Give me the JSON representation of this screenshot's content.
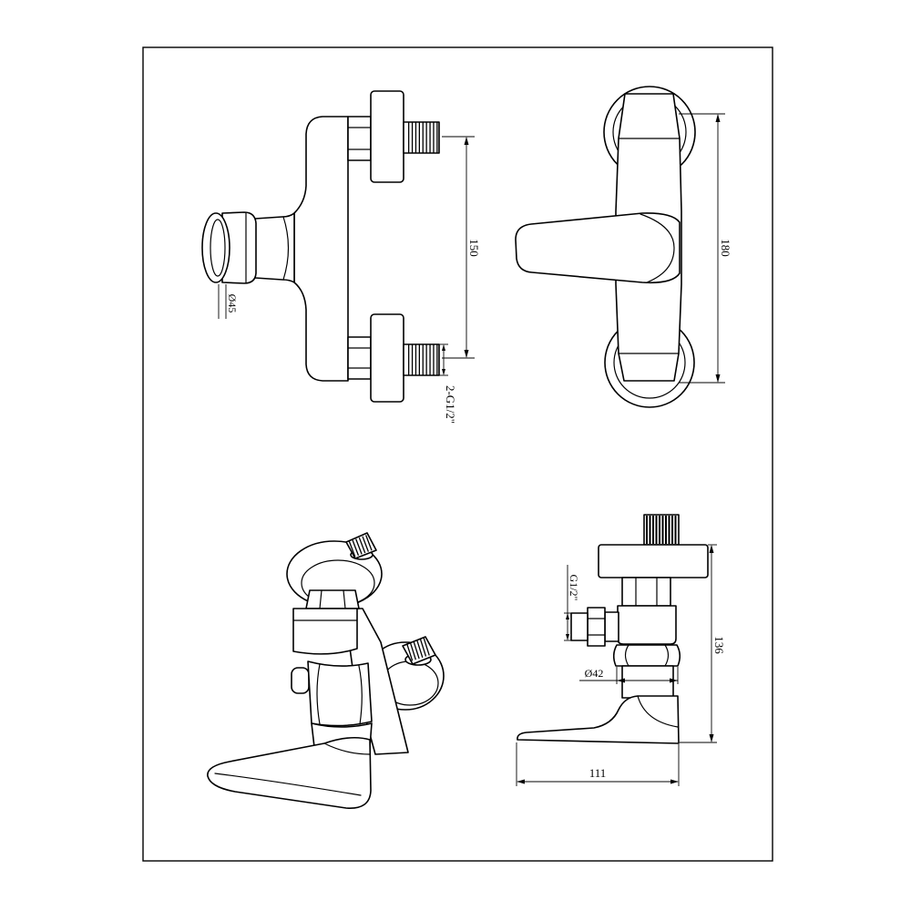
{
  "colors": {
    "line": "#000000",
    "background": "#ffffff"
  },
  "front_view": {
    "height_dim": "150",
    "knob_diameter_dim": "Ø45",
    "inlet_thread_dim": "2-G1/2\""
  },
  "top_view": {
    "width_dim": "180"
  },
  "side_view": {
    "outlet_thread_dim": "G1/2\"",
    "body_diameter_dim": "Ø42",
    "depth_dim": "136",
    "length_dim": "111"
  }
}
